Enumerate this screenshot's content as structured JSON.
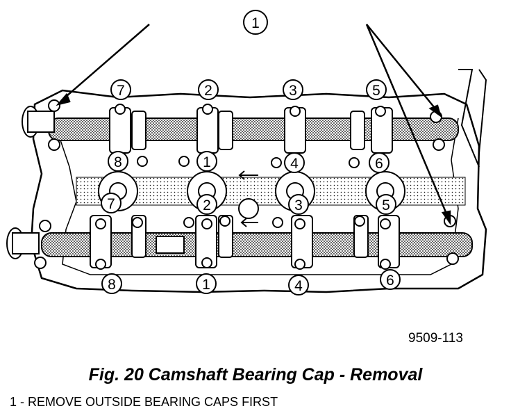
{
  "figure": {
    "callout_top": "1",
    "upper_camshaft_caps": [
      "7",
      "2",
      "3",
      "5"
    ],
    "intake_side_caps": [
      "8",
      "1",
      "4",
      "6"
    ],
    "lower_upper_caps": [
      "7",
      "2",
      "3",
      "5"
    ],
    "lower_camshaft_caps": [
      "8",
      "1",
      "4",
      "6"
    ],
    "code": "9509-113"
  },
  "caption": "Fig. 20 Camshaft Bearing Cap - Removal",
  "legend": {
    "item1": "1 - REMOVE OUTSIDE BEARING CAPS FIRST"
  }
}
